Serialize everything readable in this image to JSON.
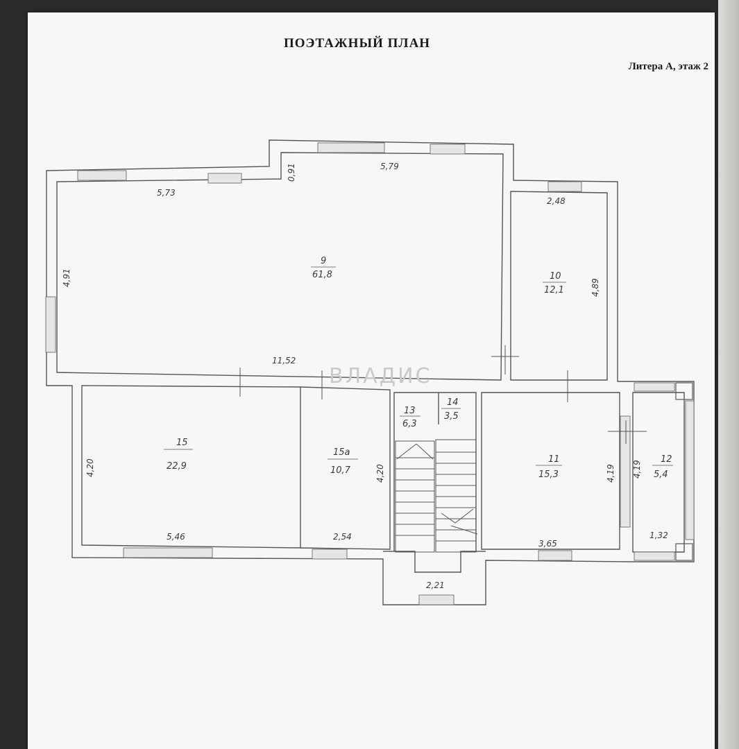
{
  "document": {
    "title": "ПОЭТАЖНЫЙ ПЛАН",
    "subtitle": "Литера А, этаж 2",
    "watermark": "ВЛАДИС"
  },
  "rooms": [
    {
      "id": "room-9",
      "number": "9",
      "area": "61,8"
    },
    {
      "id": "room-10",
      "number": "10",
      "area": "12,1"
    },
    {
      "id": "room-11",
      "number": "11",
      "area": "15,3"
    },
    {
      "id": "room-12",
      "number": "12",
      "area": "5,4"
    },
    {
      "id": "room-13",
      "number": "13",
      "area": "6,3"
    },
    {
      "id": "room-14",
      "number": "14",
      "area": "3,5"
    },
    {
      "id": "room-15",
      "number": "15",
      "area": "22,9"
    },
    {
      "id": "room-15a",
      "number": "15а",
      "area": "10,7"
    }
  ],
  "dimensions": [
    "5,79",
    "5,73",
    "0,91",
    "2,48",
    "4,91",
    "4,89",
    "11,52",
    "4,20",
    "4,20",
    "4,19",
    "4,19",
    "5,46",
    "2,54",
    "3,65",
    "1,32",
    "2,21"
  ],
  "colors": {
    "line": "#555555",
    "wall": "#6a6a6a",
    "window": "#9a9a9a",
    "paper": "#f7f7f5"
  }
}
